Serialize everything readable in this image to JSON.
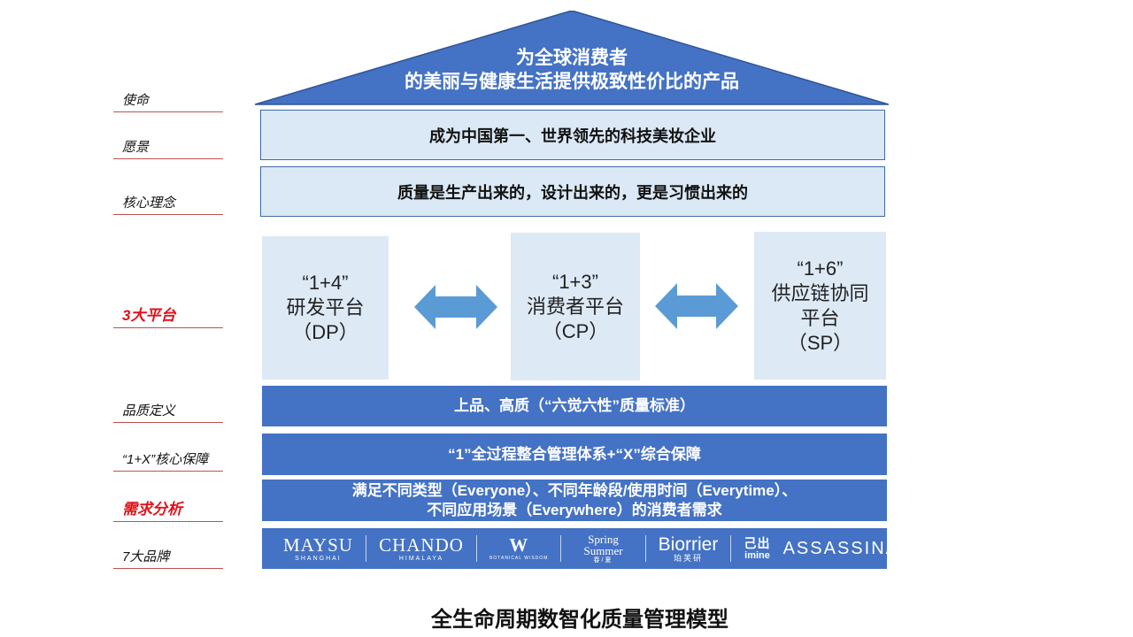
{
  "side_labels": {
    "mission": "使命",
    "vision": "愿景",
    "core_concept": "核心理念",
    "platforms": "3大平台",
    "quality_definition": "品质定义",
    "core_guarantee": "“1+X”核心保障",
    "demand_analysis": "需求分析",
    "brands": "7大品牌"
  },
  "roof": {
    "line1": "为全球消费者",
    "line2": "的美丽与健康生活提供极致性价比的产品"
  },
  "vision_text": "成为中国第一、世界领先的科技美妆企业",
  "core_concept_text": "质量是生产出来的，设计出来的，更是习惯出来的",
  "platforms": {
    "dp": {
      "line1": "“1+4”",
      "line2": "研发平台",
      "line3": "（DP）"
    },
    "cp": {
      "line1": "“1+3”",
      "line2": "消费者平台",
      "line3": "（CP）"
    },
    "sp": {
      "line1": "“1+6”",
      "line2": "供应链协同",
      "line3": "平台",
      "line4": "（SP）"
    }
  },
  "quality_definition_text": "上品、高质（“六觉六性”质量标准）",
  "core_guarantee_text": "“1”全过程整合管理体系+“X”综合保障",
  "demand": {
    "line1": "满足不同类型（Everyone）、不同年龄段/使用时间（Everytime）、",
    "line2": "不同应用场景（Everywhere）的消费者需求"
  },
  "brands": [
    {
      "name": "MAYSU",
      "sub": "SHANGHAI"
    },
    {
      "name": "CHANDO",
      "sub": "HIMALAYA"
    },
    {
      "name": "W",
      "sub": "BOTANICAL WISDOM"
    },
    {
      "name": "Spring Summer",
      "sub": "春/夏"
    },
    {
      "name": "Biorrier",
      "sub": "珀芙研"
    },
    {
      "name": "己出",
      "sub": "imine"
    },
    {
      "name": "ASSASSINA",
      "sub": ""
    }
  ],
  "bottom_title": "全生命周期数智化质量管理模型",
  "colors": {
    "primary_blue": "#4472c4",
    "light_blue": "#dde9f5",
    "arrow_blue": "#5b9bd5",
    "accent_red": "#e0121b",
    "underline_red": "#c0504d"
  }
}
